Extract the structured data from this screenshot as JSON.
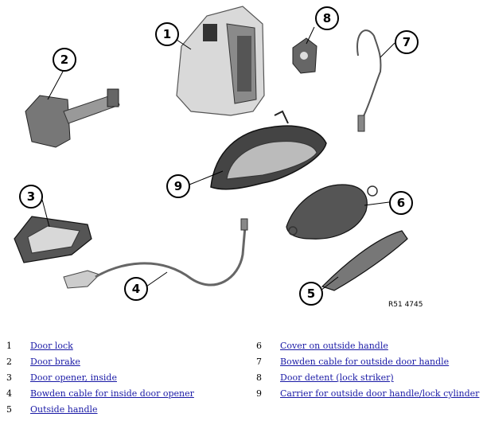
{
  "figure": {
    "reference": "R51 4745",
    "callouts": [
      "1",
      "2",
      "3",
      "4",
      "5",
      "6",
      "7",
      "8",
      "9"
    ]
  },
  "legend": [
    {
      "num": "1",
      "label": "Door lock"
    },
    {
      "num": "2",
      "label": "Door brake"
    },
    {
      "num": "3",
      "label": "Door opener, inside"
    },
    {
      "num": "4",
      "label": "Bowden cable for inside door opener"
    },
    {
      "num": "5",
      "label": "Outside handle"
    },
    {
      "num": "6",
      "label": "Cover on outside handle"
    },
    {
      "num": "7",
      "label": "Bowden cable for outside door handle"
    },
    {
      "num": "8",
      "label": "Door detent (lock striker)"
    },
    {
      "num": "9",
      "label": "Carrier for outside door handle/lock cylinder"
    }
  ]
}
